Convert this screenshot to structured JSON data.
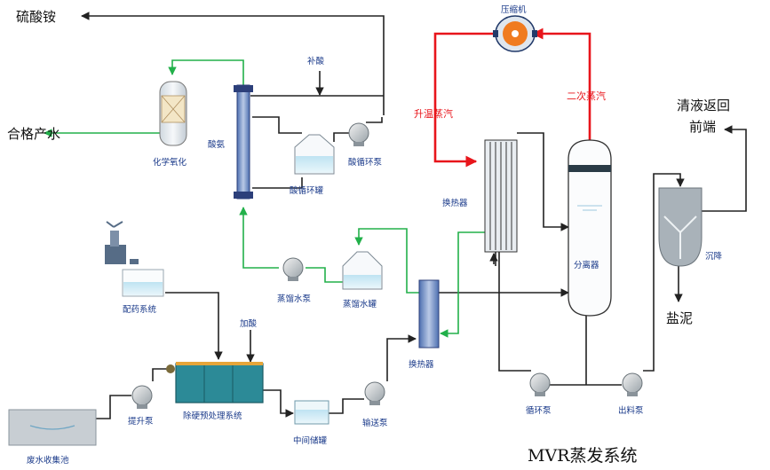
{
  "colors": {
    "process_line": "#222222",
    "return_line": "#22b04a",
    "steam_line": "#e8151b",
    "label_blue": "#1a3a8a",
    "equipment_fill": "#e9eef2",
    "pretreatment_fill": "#2c8a97"
  },
  "title": "MVR蒸发系统",
  "outputs": {
    "ammonium_sulfate": "硫酸铵",
    "qualified_water": "合格产水",
    "clear_return": "清液返回",
    "front_end": "前端",
    "salt_mud": "盐泥"
  },
  "labels": {
    "compressor": "压缩机",
    "heated_steam": "升温蒸汽",
    "secondary_steam": "二次蒸汽",
    "makeup_acid": "补酸",
    "chem_oxidation": "化学氧化",
    "acid_ammonia": "酸氨",
    "acid_circ_pump": "酸循环泵",
    "acid_circ_tank": "酸循环罐",
    "heat_exchanger_top": "换热器",
    "separator": "分离器",
    "settling": "沉降",
    "dosing_system": "配药系统",
    "distill_pump": "蒸馏水泵",
    "distill_tank": "蒸馏水罐",
    "heat_exchanger_mid": "换热器",
    "add_acid": "加酸",
    "hardness_pretreat": "除硬预处理系统",
    "lift_pump": "提升泵",
    "intermediate_tank": "中间储罐",
    "transfer_pump": "输送泵",
    "circ_pump": "循环泵",
    "discharge_pump": "出料泵",
    "wastewater_pool": "废水收集池"
  }
}
